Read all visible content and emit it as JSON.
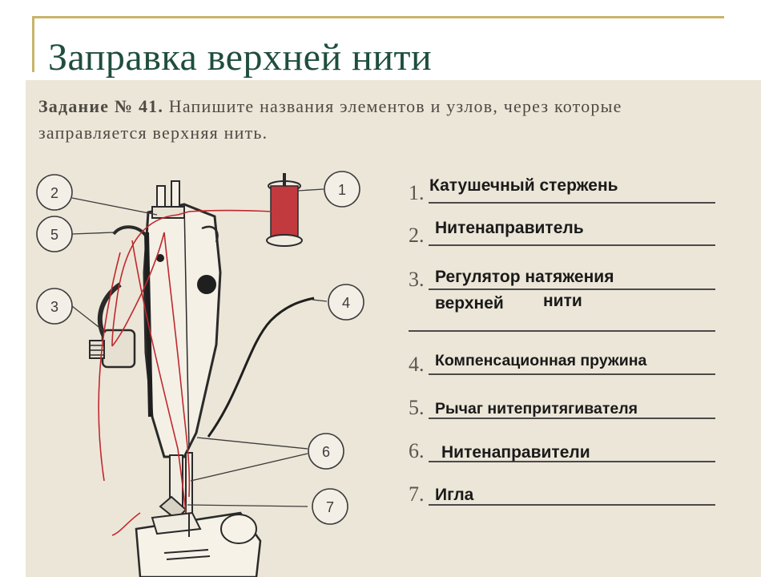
{
  "title": "Заправка верхней нити",
  "task": {
    "prefix": "Задание № 41.",
    "text": "Напишите названия элементов и узлов, через которые заправляется верхняя нить."
  },
  "callouts": [
    "1",
    "2",
    "3",
    "4",
    "5",
    "6",
    "7"
  ],
  "answers": [
    {
      "num": "1.",
      "text": "Катушечный стержень"
    },
    {
      "num": "2.",
      "text": "Нитенаправитель"
    },
    {
      "num": "3.",
      "text": "Регулятор натяжения",
      "text2a": "верхней",
      "text2b": "нити"
    },
    {
      "num": "4.",
      "text": "Компенсационная пружина"
    },
    {
      "num": "5.",
      "text": "Рычаг нитепритягивателя"
    },
    {
      "num": "6.",
      "text": "Нитенаправители"
    },
    {
      "num": "7.",
      "text": "Игла"
    }
  ],
  "colors": {
    "title": "#1f4e3d",
    "frame": "#c8b46a",
    "thread": "#c0282e",
    "paper": "#ece6d8"
  }
}
